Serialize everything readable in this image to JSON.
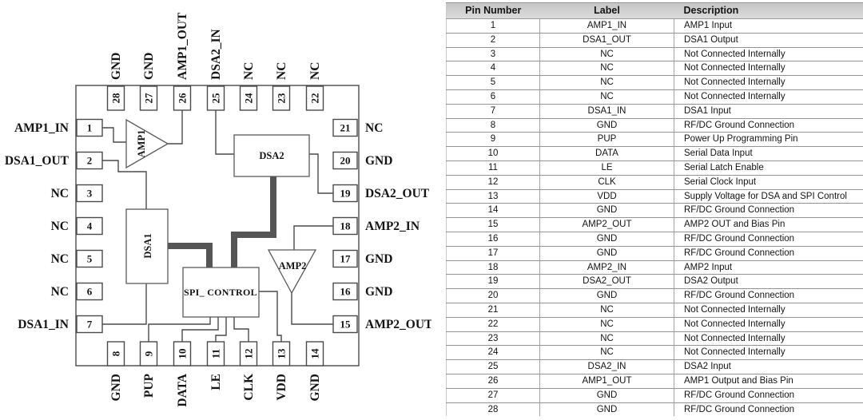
{
  "diagram": {
    "blocks": {
      "amp1": "AMP1",
      "dsa1": "DSA1",
      "dsa2": "DSA2",
      "amp2": "AMP2",
      "spi": "SPI_ CONTROL"
    },
    "pins": {
      "top": [
        {
          "num": "28",
          "label": "GND"
        },
        {
          "num": "27",
          "label": "GND"
        },
        {
          "num": "26",
          "label": "AMP1_OUT"
        },
        {
          "num": "25",
          "label": "DSA2_IN"
        },
        {
          "num": "24",
          "label": "NC"
        },
        {
          "num": "23",
          "label": "NC"
        },
        {
          "num": "22",
          "label": "NC"
        }
      ],
      "bottom": [
        {
          "num": "8",
          "label": "GND"
        },
        {
          "num": "9",
          "label": "PUP"
        },
        {
          "num": "10",
          "label": "DATA"
        },
        {
          "num": "11",
          "label": "LE"
        },
        {
          "num": "12",
          "label": "CLK"
        },
        {
          "num": "13",
          "label": "VDD"
        },
        {
          "num": "14",
          "label": "GND"
        }
      ],
      "left": [
        {
          "num": "1",
          "label": "AMP1_IN"
        },
        {
          "num": "2",
          "label": "DSA1_OUT"
        },
        {
          "num": "3",
          "label": "NC"
        },
        {
          "num": "4",
          "label": "NC"
        },
        {
          "num": "5",
          "label": "NC"
        },
        {
          "num": "6",
          "label": "NC"
        },
        {
          "num": "7",
          "label": "DSA1_IN"
        }
      ],
      "right": [
        {
          "num": "21",
          "label": "NC"
        },
        {
          "num": "20",
          "label": "GND"
        },
        {
          "num": "19",
          "label": "DSA2_OUT"
        },
        {
          "num": "18",
          "label": "AMP2_IN"
        },
        {
          "num": "17",
          "label": "GND"
        },
        {
          "num": "16",
          "label": "GND"
        },
        {
          "num": "15",
          "label": "AMP2_OUT"
        }
      ]
    }
  },
  "table": {
    "headers": [
      "Pin Number",
      "Label",
      "Description"
    ],
    "rows": [
      [
        "1",
        "AMP1_IN",
        "AMP1 Input"
      ],
      [
        "2",
        "DSA1_OUT",
        "DSA1 Output"
      ],
      [
        "3",
        "NC",
        "Not Connected Internally"
      ],
      [
        "4",
        "NC",
        "Not Connected Internally"
      ],
      [
        "5",
        "NC",
        "Not Connected Internally"
      ],
      [
        "6",
        "NC",
        "Not Connected Internally"
      ],
      [
        "7",
        "DSA1_IN",
        "DSA1 Input"
      ],
      [
        "8",
        "GND",
        "RF/DC Ground Connection"
      ],
      [
        "9",
        "PUP",
        "Power Up Programming Pin"
      ],
      [
        "10",
        "DATA",
        "Serial Data Input"
      ],
      [
        "11",
        "LE",
        "Serial Latch Enable"
      ],
      [
        "12",
        "CLK",
        "Serial Clock Input"
      ],
      [
        "13",
        "VDD",
        "Supply Voltage for DSA and SPI Control"
      ],
      [
        "14",
        "GND",
        "RF/DC Ground Connection"
      ],
      [
        "15",
        "AMP2_OUT",
        "AMP2 OUT and Bias Pin"
      ],
      [
        "16",
        "GND",
        "RF/DC Ground Connection"
      ],
      [
        "17",
        "GND",
        "RF/DC Ground Connection"
      ],
      [
        "18",
        "AMP2_IN",
        "AMP2 Input"
      ],
      [
        "19",
        "DSA2_OUT",
        "DSA2 Output"
      ],
      [
        "20",
        "GND",
        "RF/DC Ground Connection"
      ],
      [
        "21",
        "NC",
        "Not Connected Internally"
      ],
      [
        "22",
        "NC",
        "Not Connected Internally"
      ],
      [
        "23",
        "NC",
        "Not Connected Internally"
      ],
      [
        "24",
        "NC",
        "Not Connected Internally"
      ],
      [
        "25",
        "DSA2_IN",
        "DSA2 Input"
      ],
      [
        "26",
        "AMP1_OUT",
        "AMP1 Output and Bias Pin"
      ],
      [
        "27",
        "GND",
        "RF/DC Ground Connection"
      ],
      [
        "28",
        "GND",
        "RF/DC Ground Connection"
      ]
    ]
  },
  "colors": {
    "line": "#4a4a4a",
    "bus": "#555555",
    "text": "#141414",
    "table_header_bg": "#d0d0d0",
    "table_border": "#949494"
  }
}
